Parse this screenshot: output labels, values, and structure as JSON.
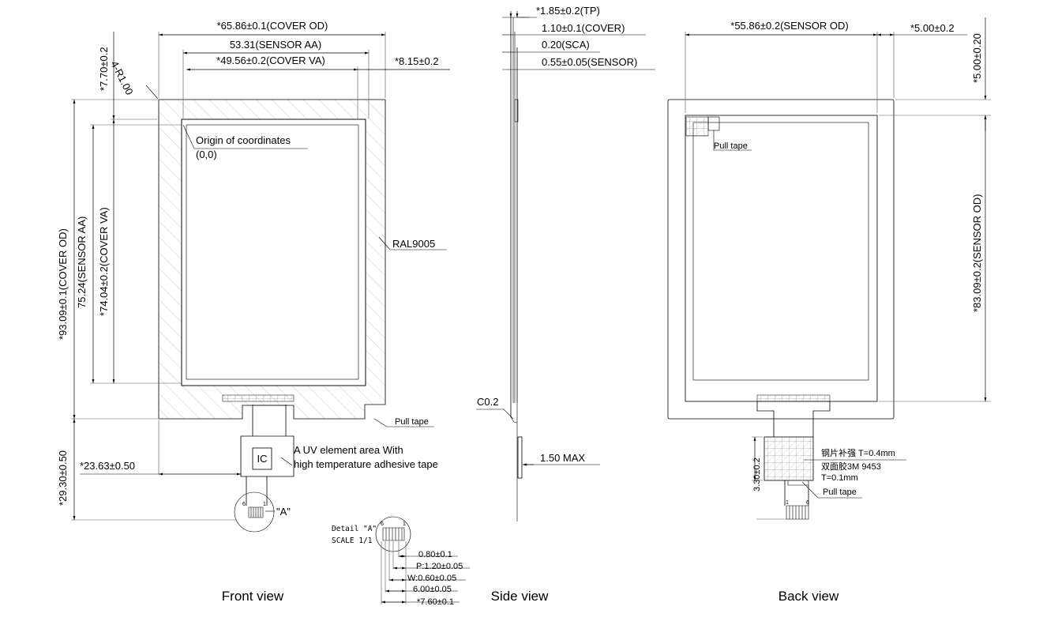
{
  "front": {
    "view_label": "Front view",
    "cover_od_w": "*65.86±0.1(COVER OD)",
    "sensor_aa_w": "53.31(SENSOR AA)",
    "cover_va_w": "*49.56±0.2(COVER VA)",
    "offset_right": "*8.15±0.2",
    "top_offset": "*7.70±0.2",
    "corner_radius": "4-R1.00",
    "origin_label": "Origin of coordinates",
    "origin_value": "(0,0)",
    "cover_od_h": "*93.09±0.1(COVER OD)",
    "sensor_aa_h": "75.24(SENSOR AA)",
    "cover_va_h": "*74.04±0.2(COVER VA)",
    "ral": "RAL9005",
    "pull_tape": "Pull tape",
    "fpc_offset": "*23.63±0.50",
    "fpc_length": "*29.30±0.50",
    "ic_label": "IC",
    "uv_note_1": "A UV element area With",
    "uv_note_2": "high temperature adhesive tape",
    "detail_ref": "\"A\"",
    "pin_first": "6",
    "pin_last": "1"
  },
  "side": {
    "view_label": "Side view",
    "tp": "*1.85±0.2(TP)",
    "cover": "1.10±0.1(COVER)",
    "sca": "0.20(SCA)",
    "sensor": "0.55±0.05(SENSOR)",
    "chamfer": "C0.2",
    "max": "1.50 MAX"
  },
  "detail": {
    "title": "Detail \"A\"",
    "scale": "SCALE 1/1",
    "pin_first": "6",
    "pin_last": "1",
    "d1": "0.80±0.1",
    "d2": "P:1.20±0.05",
    "d3": "W:0.60±0.05",
    "d4": "6.00±0.05",
    "d5": "*7.60±0.1"
  },
  "back": {
    "view_label": "Back view",
    "sensor_od_w": "*55.86±0.2(SENSOR OD)",
    "offset_x": "*5.00±0.2",
    "offset_y": "*5.00±0.20",
    "sensor_od_h": "*83.09±0.2(SENSOR OD)",
    "pull_tape_top": "Pull tape",
    "stiffener": "钢片补强 T=0.4mm",
    "adhesive": "双面胶3M 9453",
    "adhesive_t": "T=0.1mm",
    "pull_tape_bottom": "Pull tape",
    "stiffener_h": "3.30±0.2",
    "pin_first": "1",
    "pin_last": "6"
  }
}
